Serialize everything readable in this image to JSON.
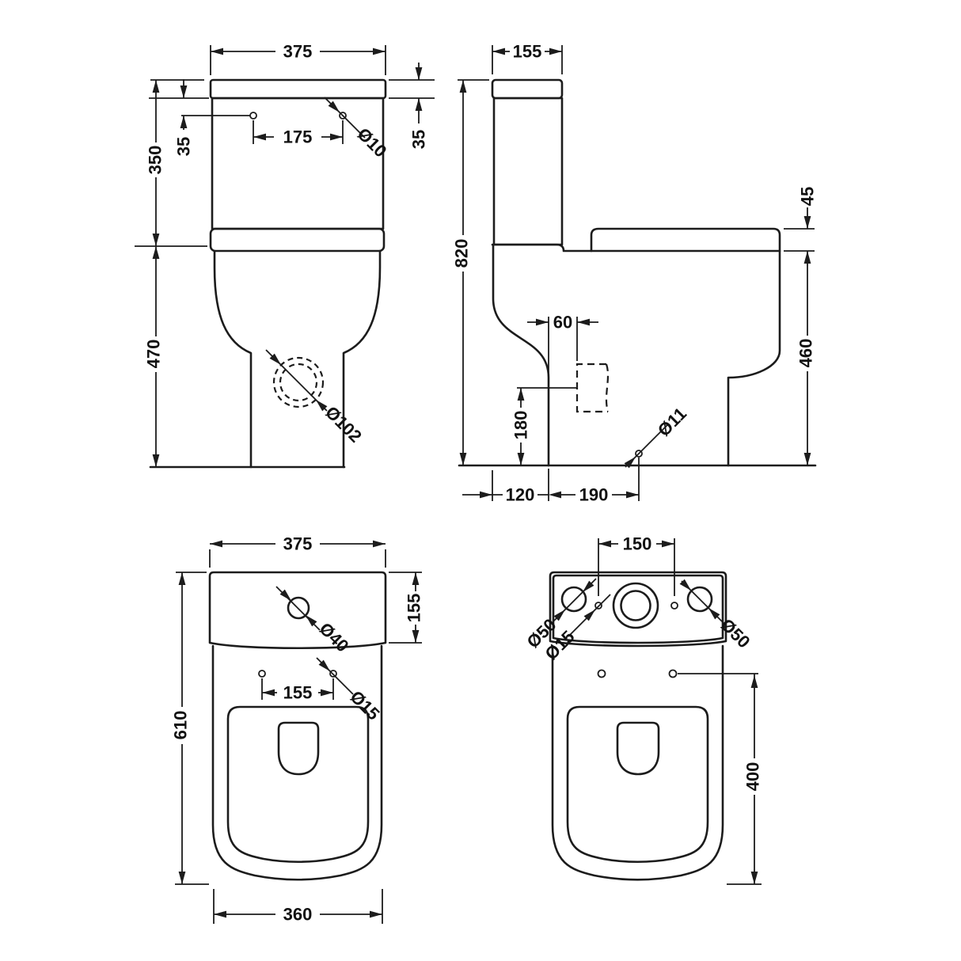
{
  "colors": {
    "line": "#1c1c1c",
    "background": "#ffffff"
  },
  "views": {
    "front": {
      "overall_width": "375",
      "lid_height": "35",
      "hole_drop": "35",
      "hole_spacing": "175",
      "hole_diameter": "Ø10",
      "cistern_height": "350",
      "pan_height": "470",
      "outlet_diameter": "Ø102"
    },
    "side": {
      "cistern_depth": "155",
      "overall_height": "820",
      "seat_thickness": "45",
      "outlet_offset": "60",
      "outlet_height": "180",
      "fixing_hole_diameter": "Ø11",
      "outlet_setback": "120",
      "fixing_setback": "190",
      "bowl_height": "460"
    },
    "pan_plan": {
      "overall_width": "375",
      "shelf_depth": "155",
      "flush_hole_diameter": "Ø40",
      "seat_hole_spacing": "155",
      "seat_hole_diameter": "Ø15",
      "overall_length": "610",
      "base_width": "360"
    },
    "top_plan": {
      "inlet_spacing": "150",
      "left_hole_diameter": "Ø50",
      "seat_hole_diameter": "Ø15",
      "right_hole_diameter": "Ø50",
      "bowl_length": "400"
    }
  }
}
